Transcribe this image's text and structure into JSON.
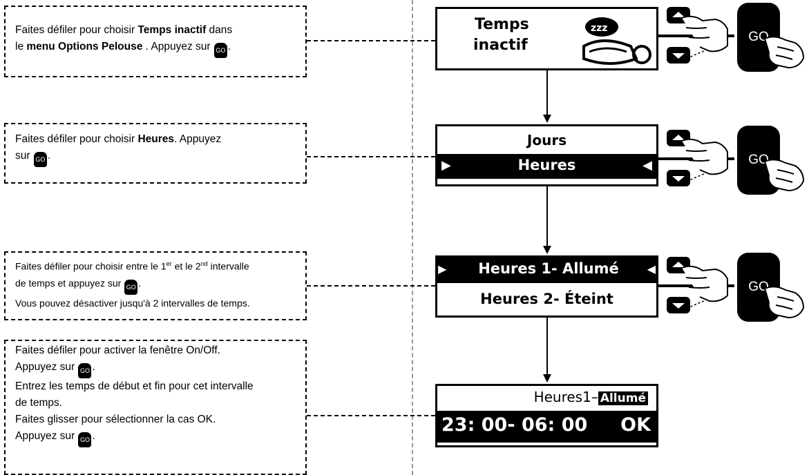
{
  "steps": [
    {
      "lines": [
        [
          "Faites défiler pour choisir ",
          {
            "b": "Temps inactif"
          },
          " dans"
        ],
        [
          "le ",
          {
            "b": "menu Options Pelouse"
          },
          " . Appuyez sur ",
          {
            "go": "GO"
          },
          "."
        ]
      ]
    },
    {
      "lines": [
        [
          "Faites défiler pour choisir ",
          {
            "b": "Heures"
          },
          ". Appuyez"
        ],
        [
          "sur ",
          {
            "go": "GO"
          },
          "."
        ]
      ]
    },
    {
      "lines": [
        [
          "Faites défiler pour choisir entre le 1",
          {
            "sup": "er"
          },
          " et le 2",
          {
            "sup": "nd"
          },
          " intervalle"
        ],
        [
          "de temps et appuyez sur ",
          {
            "go": "GO"
          },
          "."
        ],
        [
          "Vous pouvez désactiver jusqu'à 2 intervalles de temps."
        ]
      ]
    },
    {
      "lines": [
        [
          "Faites défiler pour activer la fenêtre On/Off."
        ],
        [
          "Appuyez sur ",
          {
            "go": "GO"
          },
          "."
        ],
        [
          "Entrez les temps de début et fin pour cet intervalle"
        ],
        [
          "de temps."
        ],
        [
          "Faites glisser pour sélectionner la cas OK."
        ],
        [
          "Appuyez sur ",
          {
            "go": "GO"
          },
          "."
        ]
      ]
    }
  ],
  "screens": {
    "screen1": {
      "line1": "Temps",
      "line2": "inactif",
      "badge": "zzz"
    },
    "screen2": {
      "top": "Jours",
      "selected": "Heures"
    },
    "screen3": {
      "selected": "Heures 1- Allumé",
      "other": "Heures 2- Éteint"
    },
    "screen4": {
      "title": "Heures1–",
      "status": "Allumé",
      "time": "23: 00- 06: 00",
      "ok": "OK"
    }
  },
  "controls": {
    "go_label": "GO"
  }
}
